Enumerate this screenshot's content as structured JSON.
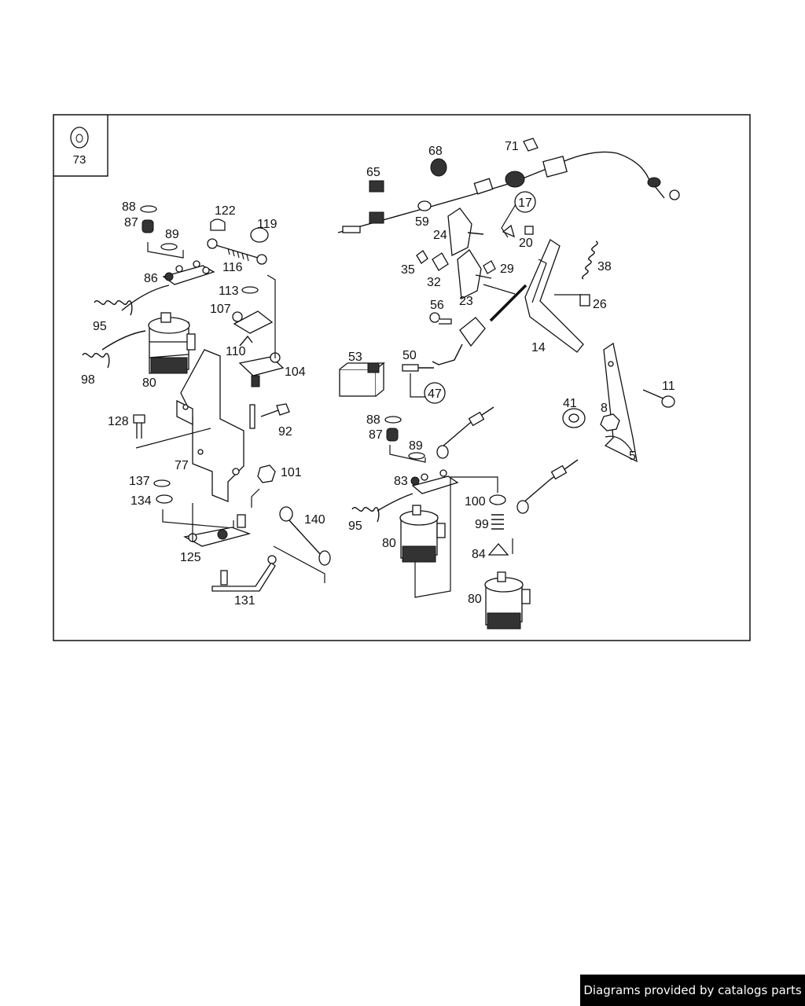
{
  "legend_label": "73",
  "footer_text": "Diagrams provided by catalogs parts",
  "callouts": {
    "p73": "73",
    "p88a": "88",
    "p87a": "87",
    "p89a": "89",
    "p122": "122",
    "p119": "119",
    "p116": "116",
    "p86": "86",
    "p113": "113",
    "p107": "107",
    "p95a": "95",
    "p110": "110",
    "p104": "104",
    "p98": "98",
    "p80a": "80",
    "p128": "128",
    "p92": "92",
    "p77": "77",
    "p101": "101",
    "p137": "137",
    "p134": "134",
    "p140": "140",
    "p125": "125",
    "p131": "131",
    "p65": "65",
    "p68": "68",
    "p71": "71",
    "p59": "59",
    "p17": "17",
    "p24": "24",
    "p20": "20",
    "p38": "38",
    "p35": "35",
    "p32": "32",
    "p29": "29",
    "p23": "23",
    "p26": "26",
    "p56": "56",
    "p14": "14",
    "p53": "53",
    "p50": "50",
    "p47": "47",
    "p11": "11",
    "p41": "41",
    "p8": "8",
    "p5": "5",
    "p88b": "88",
    "p87b": "87",
    "p89b": "89",
    "p83": "83",
    "p100": "100",
    "p99": "99",
    "p95b": "95",
    "p80b": "80",
    "p84": "84",
    "p80c": "80"
  }
}
